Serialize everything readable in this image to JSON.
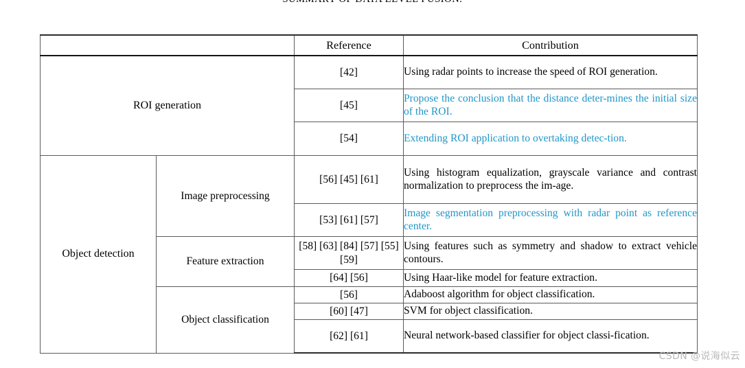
{
  "caption": "SUMMARY OF DATA LEVEL FUSION.",
  "colors": {
    "highlight_blue": "#2196c8",
    "text": "#000000",
    "border": "#5a5a5a",
    "watermark": "#b9b9b9"
  },
  "table": {
    "headers": {
      "category": "",
      "subcategory": "",
      "reference": "Reference",
      "contribution": "Contribution"
    },
    "groups": [
      {
        "category": "ROI generation",
        "subgroups": [
          {
            "subcategory": "",
            "rows": [
              {
                "reference": "[42]",
                "contribution": "Using radar points to increase the speed of ROI generation.",
                "highlight": false
              },
              {
                "reference": "[45]",
                "contribution": "Propose the conclusion that the distance deter-mines the initial size of the ROI.",
                "highlight": true
              },
              {
                "reference": "[54]",
                "contribution": "Extending ROI application to overtaking detec-tion.",
                "highlight": true
              }
            ]
          }
        ]
      },
      {
        "category": "Object detection",
        "subgroups": [
          {
            "subcategory": "Image preprocessing",
            "rows": [
              {
                "reference": "[56] [45] [61]",
                "contribution": "Using histogram equalization, grayscale variance and contrast normalization to preprocess the im-age.",
                "highlight": false
              },
              {
                "reference": "[53] [61] [57]",
                "contribution": "Image segmentation preprocessing with radar point as reference center.",
                "highlight": true
              }
            ]
          },
          {
            "subcategory": "Feature extraction",
            "rows": [
              {
                "reference": "[58] [63] [84] [57] [55] [59]",
                "contribution": "Using features such as symmetry and shadow to extract vehicle contours.",
                "highlight": false
              },
              {
                "reference": "[64] [56]",
                "contribution": "Using Haar-like model for feature extraction.",
                "highlight": false
              }
            ]
          },
          {
            "subcategory": "Object classification",
            "rows": [
              {
                "reference": "[56]",
                "contribution": "Adaboost algorithm for object classification.",
                "highlight": false
              },
              {
                "reference": "[60] [47]",
                "contribution": "SVM for object classification.",
                "highlight": false
              },
              {
                "reference": "[62] [61]",
                "contribution": "Neural network-based classifier for object classi-fication.",
                "highlight": false
              }
            ]
          }
        ]
      }
    ]
  },
  "watermark": "CSDN @说海似云"
}
